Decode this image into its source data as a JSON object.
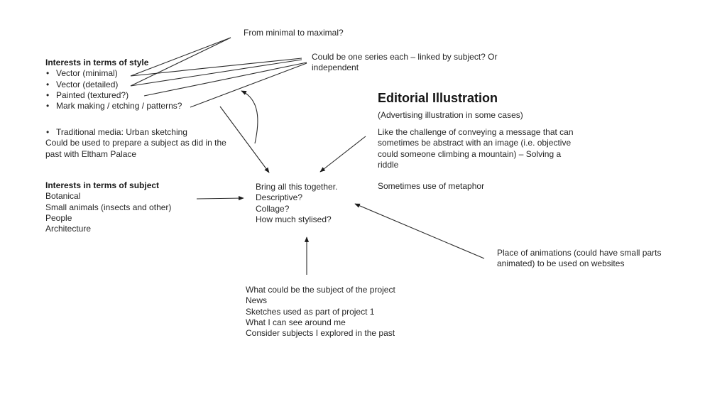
{
  "diagram": {
    "nodes": {
      "minimal_maximal": {
        "lines": [
          "From minimal to maximal?"
        ]
      },
      "style_interests": {
        "heading": "Interests in terms of style",
        "items": [
          "Vector (minimal)",
          "Vector (detailed)",
          "Painted (textured?)",
          "Mark making / etching / patterns?"
        ]
      },
      "series": {
        "lines": [
          "Could be one series each – linked by subject? Or",
          "independent"
        ]
      },
      "editorial": {
        "title": "Editorial Illustration",
        "subtitle": "(Advertising illustration in some cases)",
        "body": [
          "Like the challenge of conveying a message that can",
          "sometimes be abstract with an image (i.e. objective",
          "could someone climbing a mountain) – Solving a",
          "riddle"
        ],
        "note": "Sometimes use of metaphor"
      },
      "traditional": {
        "bullet": "Traditional media: Urban sketching",
        "lines": [
          "Could be used to prepare a subject as did in the",
          "past with Eltham Palace"
        ]
      },
      "subject_interests": {
        "heading": "Interests in terms of subject",
        "items": [
          "Botanical",
          "Small animals (insects and other)",
          "People",
          "Architecture"
        ]
      },
      "center": {
        "lines": [
          "Bring all this together.",
          "Descriptive?",
          "Collage?",
          "How much stylised?"
        ]
      },
      "animations": {
        "lines": [
          "Place of animations (could have small parts",
          "animated) to be used on websites"
        ]
      },
      "project_subject": {
        "lines": [
          "What could be the subject of the project",
          "News",
          "Sketches used as part of project 1",
          "What I can see around me",
          "Consider subjects I explored in the past"
        ]
      }
    },
    "connections": [
      {
        "from": "style_interests.items.0",
        "to": "minimal_maximal",
        "type": "line"
      },
      {
        "from": "style_interests.items.1",
        "to": "minimal_maximal",
        "type": "line"
      },
      {
        "from": "style_interests.items.0",
        "to": "series",
        "type": "line"
      },
      {
        "from": "style_interests.items.1",
        "to": "series",
        "type": "line"
      },
      {
        "from": "style_interests.items.2",
        "to": "series",
        "type": "line"
      },
      {
        "from": "style_interests.items.3",
        "to": "series",
        "type": "line"
      },
      {
        "from": "traditional",
        "to": "style_interests",
        "type": "curved-arrow"
      },
      {
        "from": "style_interests",
        "to": "center",
        "type": "arrow"
      },
      {
        "from": "editorial",
        "to": "center",
        "type": "arrow"
      },
      {
        "from": "subject_interests",
        "to": "center",
        "type": "arrow"
      },
      {
        "from": "animations",
        "to": "center",
        "type": "arrow"
      },
      {
        "from": "project_subject",
        "to": "center",
        "type": "arrow"
      }
    ]
  }
}
